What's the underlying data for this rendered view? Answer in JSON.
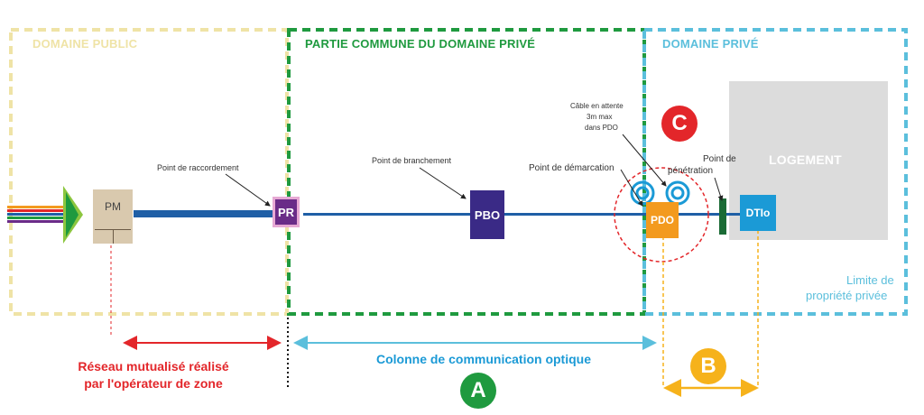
{
  "zones": {
    "public_label": "DOMAINE PUBLIC",
    "common_label": "PARTIE COMMUNE DU DOMAINE PRIVÉ",
    "private_label": "DOMAINE PRIVÉ",
    "dwelling_label": "LOGEMENT"
  },
  "nodes": {
    "pm": "PM",
    "pr": "PR",
    "pbo": "PBO",
    "pdo": "PDO",
    "dtio": "DTIo"
  },
  "annotations": {
    "raccordement": "Point de raccordement",
    "branchement": "Point de branchement",
    "demarcation": "Point de démarcation",
    "penetration_line1": "Point de",
    "penetration_line2": "pénétration",
    "cable_line1": "Câble en attente",
    "cable_line2": "3m max",
    "cable_line3": "dans PDO",
    "limit_line1": "Limite de",
    "limit_line2": "propriété privée"
  },
  "legend": {
    "network_line1": "Réseau mutualisé réalisé",
    "network_line2": "par l'opérateur de zone",
    "column": "Colonne de communication optique"
  },
  "badges": {
    "a": "A",
    "b": "B",
    "c": "C"
  },
  "colors": {
    "public_border": "#efe3a6",
    "public_text": "#efe3a6",
    "common_border": "#1f9a3f",
    "common_text": "#1f9a3f",
    "private_border": "#5bbfdc",
    "private_text": "#5bbfdc",
    "main_line": "#1f5fa6",
    "pr_fill": "#6a2c88",
    "pr_border": "#e7a9d4",
    "pbo_fill": "#3a2a86",
    "pdo_fill": "#f39a1e",
    "dtio_fill": "#1b9ad6",
    "pm_fill": "#d9c9ae",
    "dwelling_fill": "#dcdcdc",
    "red": "#e3262a",
    "yellow": "#f6b21b",
    "green": "#1f9a3f"
  }
}
